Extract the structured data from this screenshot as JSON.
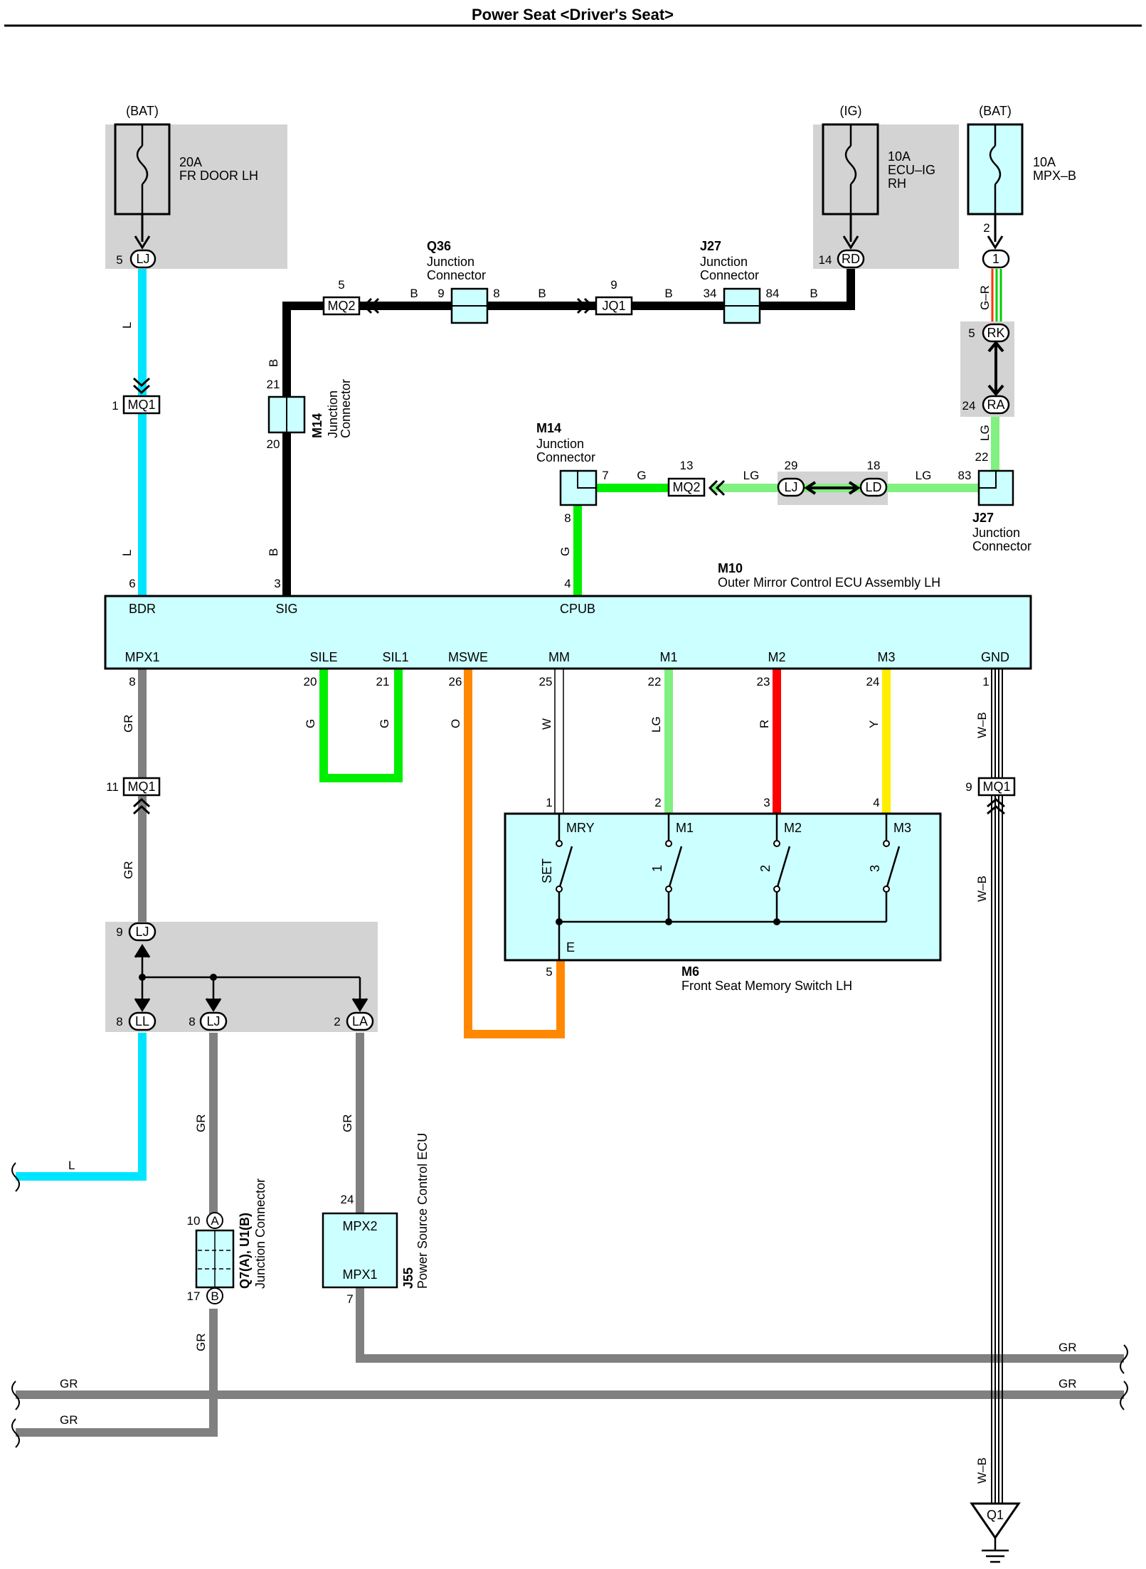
{
  "title": "Power Seat <Driver's Seat>",
  "power": {
    "bat1": {
      "source": "(BAT)",
      "rating": "20A",
      "name": "FR DOOR LH",
      "pin": "5",
      "conn": "LJ"
    },
    "ig": {
      "source": "(IG)",
      "rating": "10A",
      "name1": "ECU–IG",
      "name2": "RH",
      "pin": "14",
      "conn": "RD"
    },
    "bat2": {
      "source": "(BAT)",
      "rating": "10A",
      "name": "MPX–B",
      "pin_top": "2",
      "pin": "1"
    }
  },
  "connectors": {
    "q36": {
      "id": "Q36",
      "line1": "Junction",
      "line2": "Connector",
      "pin_l": "9",
      "pin_r": "8"
    },
    "j27_top": {
      "id": "J27",
      "line1": "Junction",
      "line2": "Connector",
      "pin_l": "34",
      "pin_r": "84"
    },
    "mq2_top": {
      "label": "MQ2",
      "pin": "5"
    },
    "jq1": {
      "label": "JQ1",
      "pin": "9"
    },
    "m14_left": {
      "id": "M14",
      "line1": "Junction",
      "line2": "Connector",
      "pin_t": "21",
      "pin_b": "20"
    },
    "mq1_top": {
      "label": "MQ1",
      "pin": "1"
    },
    "m14_mid": {
      "id": "M14",
      "line1": "Junction",
      "line2": "Connector",
      "pin_r": "7",
      "pin_b": "8"
    },
    "mq2_mid": {
      "label": "MQ2",
      "pin": "13"
    },
    "lj_mid": {
      "label": "LJ",
      "pin": "29"
    },
    "ld_mid": {
      "label": "LD",
      "pin": "18"
    },
    "j27_right": {
      "id": "J27",
      "line1": "Junction",
      "line2": "Connector",
      "pin_l": "83",
      "pin_t": "22"
    },
    "rk": {
      "label": "RK",
      "pin": "5"
    },
    "ra": {
      "label": "RA",
      "pin": "24"
    },
    "mq1_left": {
      "label": "MQ1",
      "pin": "11"
    },
    "mq1_right": {
      "label": "MQ1",
      "pin": "9"
    },
    "lj_low": {
      "label": "LJ",
      "pin": "9"
    },
    "ll_low": {
      "label": "LL",
      "pin": "8"
    },
    "lj_low2": {
      "label": "LJ",
      "pin": "8"
    },
    "la_low": {
      "label": "LA",
      "pin": "2"
    },
    "q7": {
      "label": "Q7(A), U1(B)",
      "desc": "Junction Connector",
      "pin_a": "10",
      "a": "A",
      "pin_b": "17",
      "b": "B"
    },
    "j55": {
      "label": "J55",
      "desc": "Power Source Control ECU",
      "t1": "MPX2",
      "t2": "MPX1",
      "pin_t": "24",
      "pin_b": "7"
    },
    "q1": {
      "label": "Q1"
    }
  },
  "m10": {
    "id": "M10",
    "name": "Outer Mirror Control ECU Assembly LH",
    "top": [
      {
        "name": "BDR",
        "pin": "6"
      },
      {
        "name": "SIG",
        "pin": "3"
      },
      {
        "name": "CPUB",
        "pin": "4"
      }
    ],
    "bottom": [
      {
        "name": "MPX1",
        "pin": "8"
      },
      {
        "name": "SILE",
        "pin": "20"
      },
      {
        "name": "SIL1",
        "pin": "21"
      },
      {
        "name": "MSWE",
        "pin": "26"
      },
      {
        "name": "MM",
        "pin": "25"
      },
      {
        "name": "M1",
        "pin": "22"
      },
      {
        "name": "M2",
        "pin": "23"
      },
      {
        "name": "M3",
        "pin": "24"
      },
      {
        "name": "GND",
        "pin": "1"
      }
    ]
  },
  "m6": {
    "id": "M6",
    "name": "Front Seat Memory Switch LH",
    "terms": [
      "MRY",
      "M1",
      "M2",
      "M3"
    ],
    "pins": [
      "1",
      "2",
      "3",
      "4"
    ],
    "switches": [
      "SET",
      "1",
      "2",
      "3"
    ],
    "e": "E",
    "e_pin": "5"
  },
  "wires": {
    "L": "L",
    "B": "B",
    "G": "G",
    "LG": "LG",
    "GR": "GR",
    "O": "O",
    "W": "W",
    "R": "R",
    "Y": "Y",
    "WB": "W–B",
    "GR_G": "G–R"
  },
  "colors": {
    "L": "#00e5ff",
    "B": "#000000",
    "G": "#00ee00",
    "LG": "#80f080",
    "GR": "#808080",
    "O": "#ff8800",
    "W": "#ffffff",
    "R": "#ff0000",
    "Y": "#ffee00",
    "box": "#ccffff",
    "shade": "#d3d3d3"
  }
}
